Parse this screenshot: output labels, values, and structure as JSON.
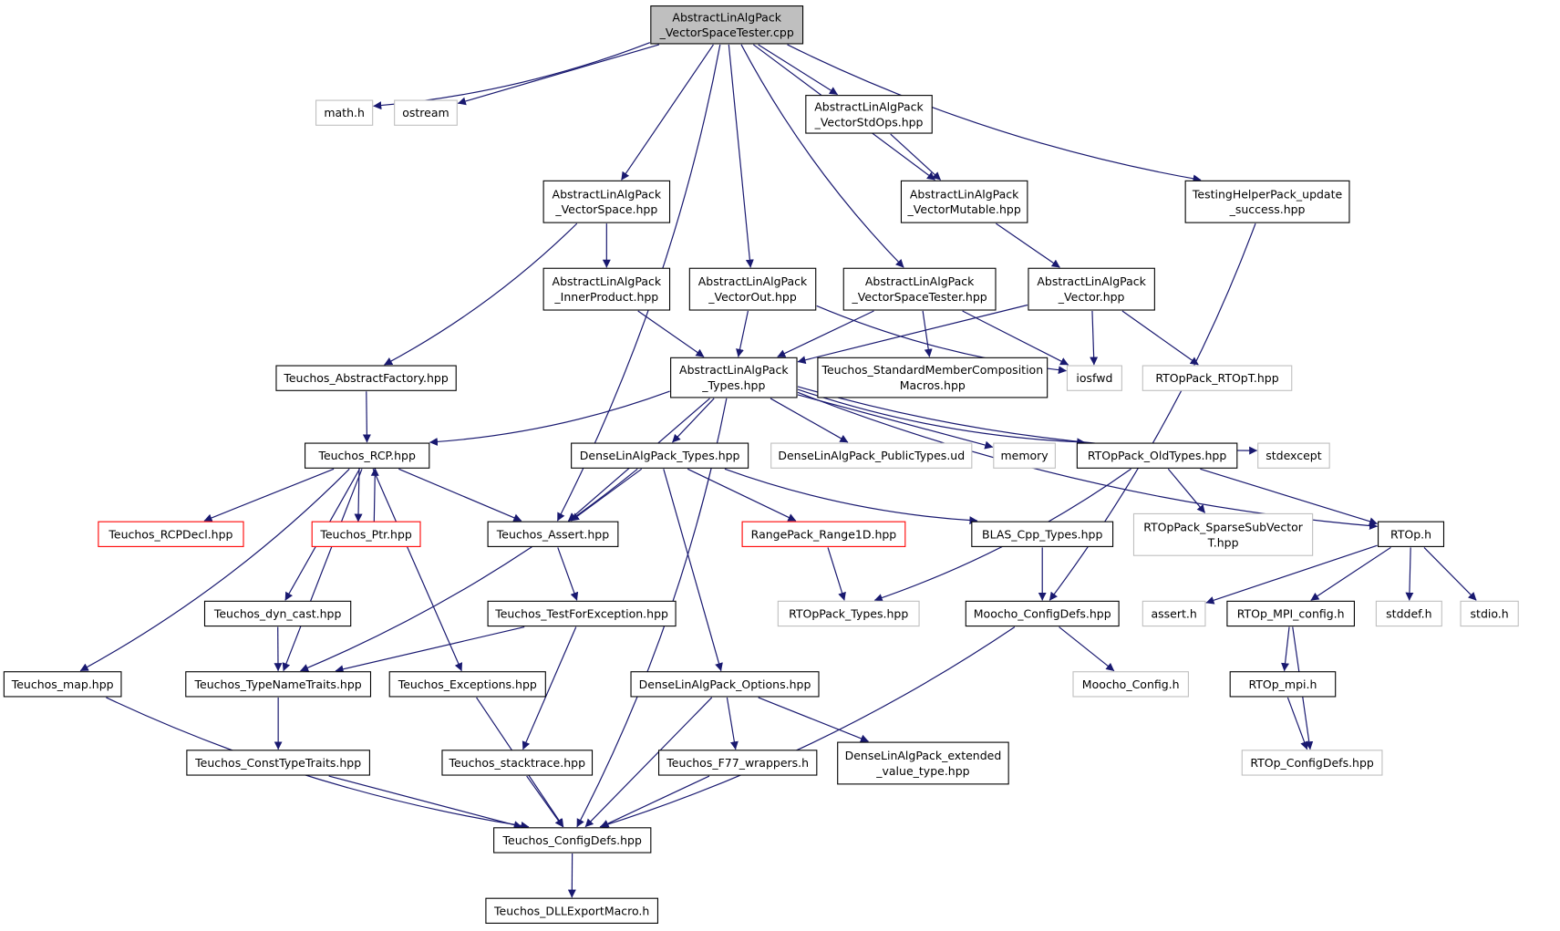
{
  "graph": {
    "colors": {
      "edge": "#191970",
      "node_border": "#000000",
      "external_border": "#bfbfbf",
      "truncated_border": "#ff0000",
      "root_fill": "#bfbfbf"
    },
    "nodes": [
      {
        "id": "root",
        "lines": [
          "AbstractLinAlgPack",
          "_VectorSpaceTester.cpp"
        ],
        "kind": "root"
      },
      {
        "id": "math",
        "lines": [
          "math.h"
        ],
        "kind": "external"
      },
      {
        "id": "ostream",
        "lines": [
          "ostream"
        ],
        "kind": "external"
      },
      {
        "id": "stdops",
        "lines": [
          "AbstractLinAlgPack",
          "_VectorStdOps.hpp"
        ],
        "kind": "normal"
      },
      {
        "id": "vspace",
        "lines": [
          "AbstractLinAlgPack",
          "_VectorSpace.hpp"
        ],
        "kind": "normal"
      },
      {
        "id": "vmut",
        "lines": [
          "AbstractLinAlgPack",
          "_VectorMutable.hpp"
        ],
        "kind": "normal"
      },
      {
        "id": "thp",
        "lines": [
          "TestingHelperPack_update",
          "_success.hpp"
        ],
        "kind": "normal"
      },
      {
        "id": "inner",
        "lines": [
          "AbstractLinAlgPack",
          "_InnerProduct.hpp"
        ],
        "kind": "normal"
      },
      {
        "id": "vout",
        "lines": [
          "AbstractLinAlgPack",
          "_VectorOut.hpp"
        ],
        "kind": "normal"
      },
      {
        "id": "vst",
        "lines": [
          "AbstractLinAlgPack",
          "_VectorSpaceTester.hpp"
        ],
        "kind": "normal"
      },
      {
        "id": "vec",
        "lines": [
          "AbstractLinAlgPack",
          "_Vector.hpp"
        ],
        "kind": "normal"
      },
      {
        "id": "absfac",
        "lines": [
          "Teuchos_AbstractFactory.hpp"
        ],
        "kind": "normal"
      },
      {
        "id": "types",
        "lines": [
          "AbstractLinAlgPack",
          "_Types.hpp"
        ],
        "kind": "normal"
      },
      {
        "id": "smc",
        "lines": [
          "Teuchos_StandardMemberComposition",
          "Macros.hpp"
        ],
        "kind": "normal"
      },
      {
        "id": "iosfwd",
        "lines": [
          "iosfwd"
        ],
        "kind": "external"
      },
      {
        "id": "rtopt",
        "lines": [
          "RTOpPack_RTOpT.hpp"
        ],
        "kind": "external"
      },
      {
        "id": "rcp",
        "lines": [
          "Teuchos_RCP.hpp"
        ],
        "kind": "normal"
      },
      {
        "id": "dlatypes",
        "lines": [
          "DenseLinAlgPack_Types.hpp"
        ],
        "kind": "normal"
      },
      {
        "id": "dlapub",
        "lines": [
          "DenseLinAlgPack_PublicTypes.ud"
        ],
        "kind": "external"
      },
      {
        "id": "memory",
        "lines": [
          "memory"
        ],
        "kind": "external"
      },
      {
        "id": "oldtypes",
        "lines": [
          "RTOpPack_OldTypes.hpp"
        ],
        "kind": "normal"
      },
      {
        "id": "stdexcept",
        "lines": [
          "stdexcept"
        ],
        "kind": "external"
      },
      {
        "id": "rcpdecl",
        "lines": [
          "Teuchos_RCPDecl.hpp"
        ],
        "kind": "truncated"
      },
      {
        "id": "ptr",
        "lines": [
          "Teuchos_Ptr.hpp"
        ],
        "kind": "truncated"
      },
      {
        "id": "assert",
        "lines": [
          "Teuchos_Assert.hpp"
        ],
        "kind": "normal"
      },
      {
        "id": "range",
        "lines": [
          "RangePack_Range1D.hpp"
        ],
        "kind": "truncated"
      },
      {
        "id": "blas",
        "lines": [
          "BLAS_Cpp_Types.hpp"
        ],
        "kind": "normal"
      },
      {
        "id": "ssv",
        "lines": [
          "RTOpPack_SparseSubVector",
          "T.hpp"
        ],
        "kind": "external"
      },
      {
        "id": "rtoph",
        "lines": [
          "RTOp.h"
        ],
        "kind": "normal"
      },
      {
        "id": "dyncast",
        "lines": [
          "Teuchos_dyn_cast.hpp"
        ],
        "kind": "normal"
      },
      {
        "id": "tfe",
        "lines": [
          "Teuchos_TestForException.hpp"
        ],
        "kind": "normal"
      },
      {
        "id": "rtoptypes",
        "lines": [
          "RTOpPack_Types.hpp"
        ],
        "kind": "external"
      },
      {
        "id": "mcdefs",
        "lines": [
          "Moocho_ConfigDefs.hpp"
        ],
        "kind": "normal"
      },
      {
        "id": "asserth",
        "lines": [
          "assert.h"
        ],
        "kind": "external"
      },
      {
        "id": "mpiconfig",
        "lines": [
          "RTOp_MPI_config.h"
        ],
        "kind": "normal"
      },
      {
        "id": "stddef",
        "lines": [
          "stddef.h"
        ],
        "kind": "external"
      },
      {
        "id": "stdio",
        "lines": [
          "stdio.h"
        ],
        "kind": "external"
      },
      {
        "id": "map",
        "lines": [
          "Teuchos_map.hpp"
        ],
        "kind": "normal"
      },
      {
        "id": "tnt",
        "lines": [
          "Teuchos_TypeNameTraits.hpp"
        ],
        "kind": "normal"
      },
      {
        "id": "exc",
        "lines": [
          "Teuchos_Exceptions.hpp"
        ],
        "kind": "normal"
      },
      {
        "id": "dlaopt",
        "lines": [
          "DenseLinAlgPack_Options.hpp"
        ],
        "kind": "normal"
      },
      {
        "id": "mconfig",
        "lines": [
          "Moocho_Config.h"
        ],
        "kind": "external"
      },
      {
        "id": "rtopmpi",
        "lines": [
          "RTOp_mpi.h"
        ],
        "kind": "normal"
      },
      {
        "id": "ctt",
        "lines": [
          "Teuchos_ConstTypeTraits.hpp"
        ],
        "kind": "normal"
      },
      {
        "id": "stack",
        "lines": [
          "Teuchos_stacktrace.hpp"
        ],
        "kind": "normal"
      },
      {
        "id": "f77",
        "lines": [
          "Teuchos_F77_wrappers.h"
        ],
        "kind": "normal"
      },
      {
        "id": "dlaext",
        "lines": [
          "DenseLinAlgPack_extended",
          "_value_type.hpp"
        ],
        "kind": "normal"
      },
      {
        "id": "rtopcdefs",
        "lines": [
          "RTOp_ConfigDefs.hpp"
        ],
        "kind": "external"
      },
      {
        "id": "tcdefs",
        "lines": [
          "Teuchos_ConfigDefs.hpp"
        ],
        "kind": "normal"
      },
      {
        "id": "dll",
        "lines": [
          "Teuchos_DLLExportMacro.h"
        ],
        "kind": "normal"
      }
    ],
    "edges": [
      [
        "root",
        "math"
      ],
      [
        "root",
        "ostream"
      ],
      [
        "root",
        "stdops"
      ],
      [
        "root",
        "vspace"
      ],
      [
        "root",
        "vmut"
      ],
      [
        "root",
        "thp"
      ],
      [
        "root",
        "vout"
      ],
      [
        "root",
        "vst"
      ],
      [
        "root",
        "assert"
      ],
      [
        "stdops",
        "vmut"
      ],
      [
        "vmut",
        "vec"
      ],
      [
        "thp",
        "mcdefs"
      ],
      [
        "vspace",
        "inner"
      ],
      [
        "vspace",
        "absfac"
      ],
      [
        "inner",
        "types"
      ],
      [
        "vout",
        "types"
      ],
      [
        "vout",
        "iosfwd"
      ],
      [
        "vst",
        "types"
      ],
      [
        "vst",
        "smc"
      ],
      [
        "vst",
        "iosfwd"
      ],
      [
        "vec",
        "types"
      ],
      [
        "vec",
        "iosfwd"
      ],
      [
        "vec",
        "rtopt"
      ],
      [
        "absfac",
        "rcp"
      ],
      [
        "types",
        "rcp"
      ],
      [
        "types",
        "assert"
      ],
      [
        "types",
        "dlatypes"
      ],
      [
        "types",
        "dlapub"
      ],
      [
        "types",
        "memory"
      ],
      [
        "types",
        "oldtypes"
      ],
      [
        "types",
        "stdexcept"
      ],
      [
        "types",
        "rtoph"
      ],
      [
        "types",
        "tcdefs"
      ],
      [
        "rcp",
        "rcpdecl"
      ],
      [
        "rcp",
        "ptr"
      ],
      [
        "rcp",
        "assert"
      ],
      [
        "rcp",
        "dyncast"
      ],
      [
        "rcp",
        "map"
      ],
      [
        "rcp",
        "tnt"
      ],
      [
        "rcp",
        "exc"
      ],
      [
        "ptr",
        "rcp"
      ],
      [
        "dlatypes",
        "assert"
      ],
      [
        "dlatypes",
        "range"
      ],
      [
        "dlatypes",
        "blas"
      ],
      [
        "dlatypes",
        "tnt"
      ],
      [
        "dlatypes",
        "dlaopt"
      ],
      [
        "oldtypes",
        "rtoptypes"
      ],
      [
        "oldtypes",
        "ssv"
      ],
      [
        "oldtypes",
        "rtoph"
      ],
      [
        "assert",
        "tfe"
      ],
      [
        "range",
        "rtoptypes"
      ],
      [
        "blas",
        "mcdefs"
      ],
      [
        "rtoph",
        "asserth"
      ],
      [
        "rtoph",
        "mpiconfig"
      ],
      [
        "rtoph",
        "stddef"
      ],
      [
        "rtoph",
        "stdio"
      ],
      [
        "dyncast",
        "tnt"
      ],
      [
        "tfe",
        "tnt"
      ],
      [
        "tfe",
        "stack"
      ],
      [
        "mcdefs",
        "mconfig"
      ],
      [
        "mcdefs",
        "tcdefs"
      ],
      [
        "mpiconfig",
        "rtopmpi"
      ],
      [
        "mpiconfig",
        "rtopcdefs"
      ],
      [
        "rtopmpi",
        "rtopcdefs"
      ],
      [
        "map",
        "tcdefs"
      ],
      [
        "tnt",
        "ctt"
      ],
      [
        "exc",
        "tcdefs"
      ],
      [
        "dlaopt",
        "f77"
      ],
      [
        "dlaopt",
        "dlaext"
      ],
      [
        "dlaopt",
        "tcdefs"
      ],
      [
        "ctt",
        "tcdefs"
      ],
      [
        "stack",
        "tcdefs"
      ],
      [
        "f77",
        "tcdefs"
      ],
      [
        "tcdefs",
        "dll"
      ]
    ]
  }
}
